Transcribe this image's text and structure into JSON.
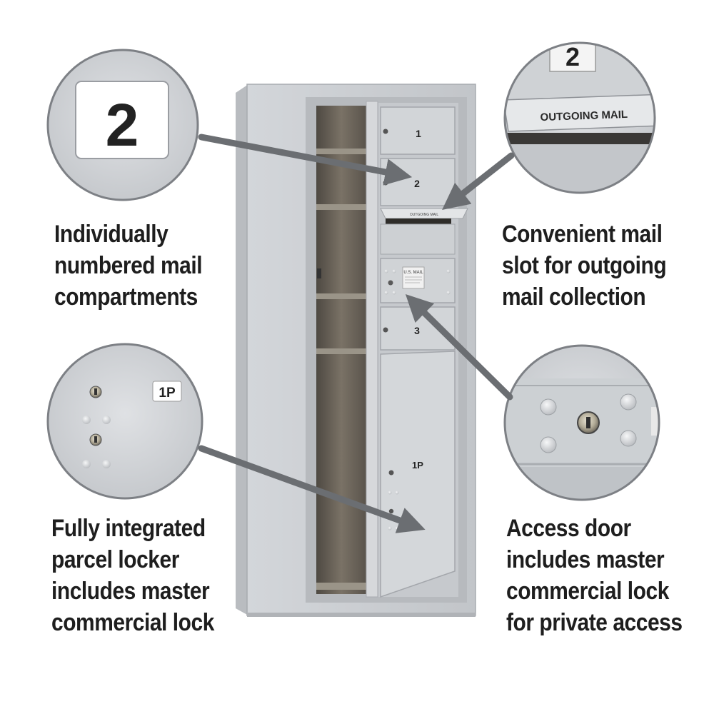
{
  "compartments": {
    "door_1": "1",
    "door_2": "2",
    "door_3": "3",
    "parcel_locker": "1P",
    "outgoing_slot": "OUTGOING MAIL",
    "usps_plate": "U.S. MAIL"
  },
  "zoom_callouts": {
    "number_plate": "2",
    "outgoing_plate_number": "2",
    "outgoing_plate_label": "OUTGOING MAIL",
    "parcel_plate": "1P"
  },
  "captions": {
    "top_left": [
      "Individually",
      "numbered mail",
      "compartments"
    ],
    "top_right": [
      "Convenient mail",
      "slot for outgoing",
      "mail collection"
    ],
    "bottom_left": [
      "Fully integrated",
      "parcel locker",
      "includes master",
      "commercial lock"
    ],
    "bottom_right": [
      "Access door",
      "includes master",
      "commercial lock",
      "for private access"
    ]
  },
  "colors": {
    "aluminum": "#c9ccd0",
    "aluminum_dark": "#a7abb0",
    "interior": "#6a6358",
    "arrow": "#6b6e72",
    "caption_text": "#1e1e1e"
  }
}
